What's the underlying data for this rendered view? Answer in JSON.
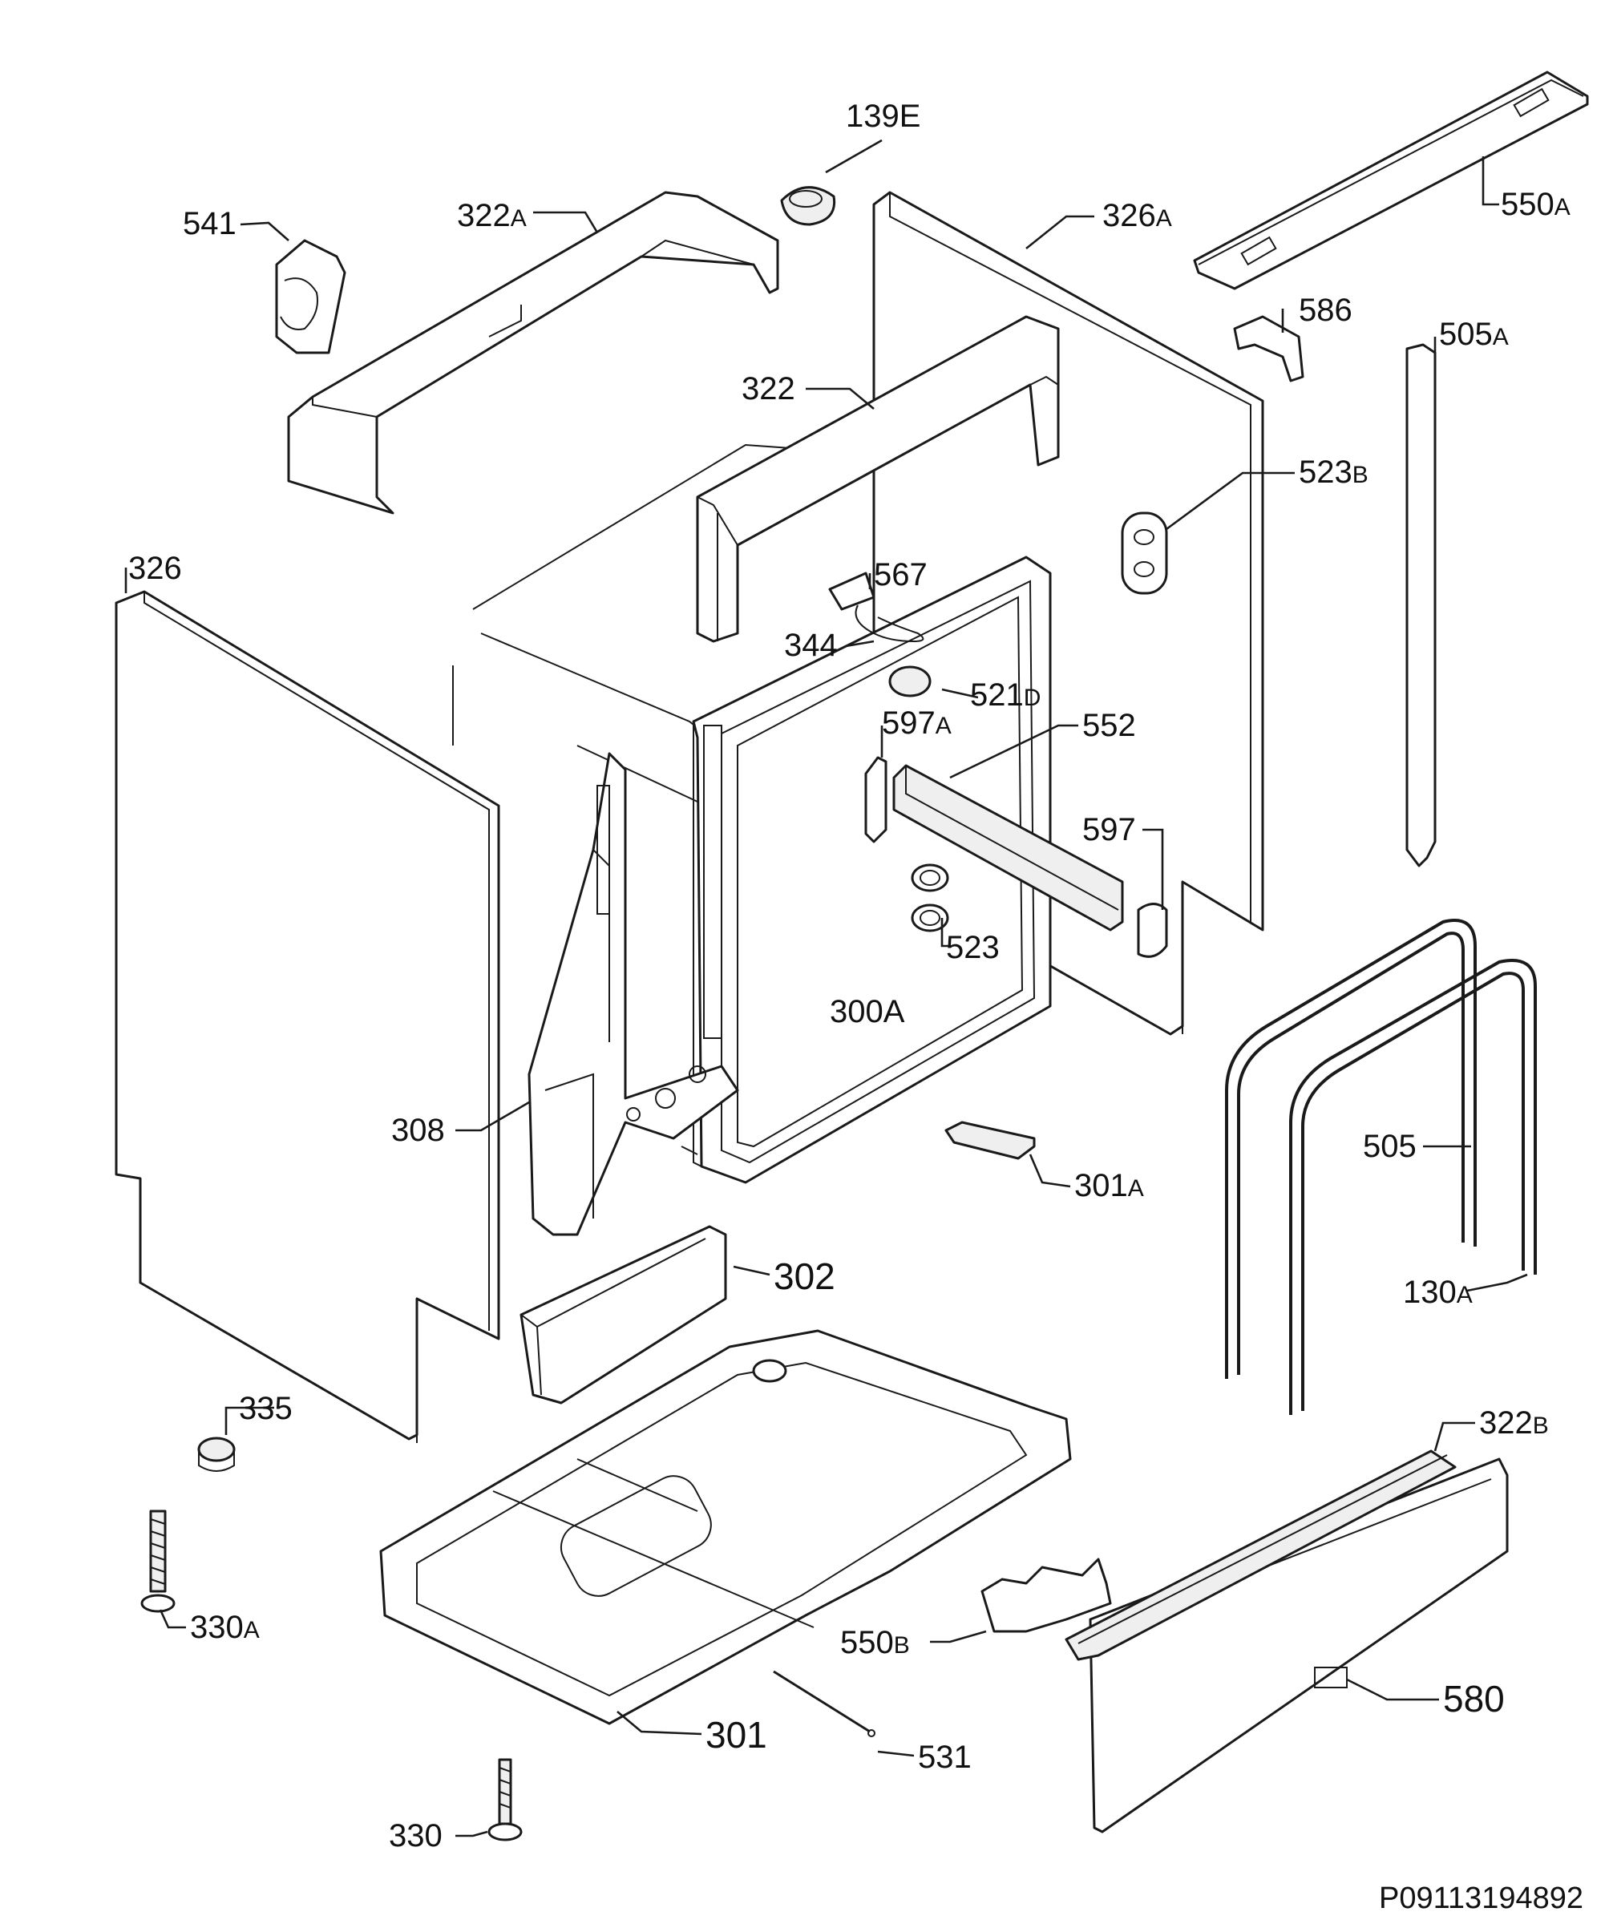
{
  "document_number": "P09113194892",
  "labels": {
    "139E": {
      "num": "139E",
      "suffix": ""
    },
    "541": {
      "num": "541",
      "suffix": ""
    },
    "322A": {
      "num": "322",
      "suffix": "A"
    },
    "326A": {
      "num": "326",
      "suffix": "A"
    },
    "550A": {
      "num": "550",
      "suffix": "A"
    },
    "586": {
      "num": "586",
      "suffix": ""
    },
    "505A": {
      "num": "505",
      "suffix": "A"
    },
    "322": {
      "num": "322",
      "suffix": ""
    },
    "523B": {
      "num": "523",
      "suffix": "B"
    },
    "326": {
      "num": "326",
      "suffix": ""
    },
    "567": {
      "num": "567",
      "suffix": ""
    },
    "344": {
      "num": "344",
      "suffix": ""
    },
    "521D": {
      "num": "521",
      "suffix": "D"
    },
    "597A": {
      "num": "597",
      "suffix": "A"
    },
    "552": {
      "num": "552",
      "suffix": ""
    },
    "597": {
      "num": "597",
      "suffix": ""
    },
    "523": {
      "num": "523",
      "suffix": ""
    },
    "300A": {
      "num": "300A",
      "suffix": ""
    },
    "308": {
      "num": "308",
      "suffix": ""
    },
    "301A": {
      "num": "301",
      "suffix": "A"
    },
    "505": {
      "num": "505",
      "suffix": ""
    },
    "302": {
      "num": "302",
      "suffix": ""
    },
    "130A": {
      "num": "130",
      "suffix": "A"
    },
    "335": {
      "num": "335",
      "suffix": ""
    },
    "322B": {
      "num": "322",
      "suffix": "B"
    },
    "330A": {
      "num": "330",
      "suffix": "A"
    },
    "550B": {
      "num": "550",
      "suffix": "B"
    },
    "580": {
      "num": "580",
      "suffix": ""
    },
    "301": {
      "num": "301",
      "suffix": ""
    },
    "531": {
      "num": "531",
      "suffix": ""
    },
    "330": {
      "num": "330",
      "suffix": ""
    }
  }
}
